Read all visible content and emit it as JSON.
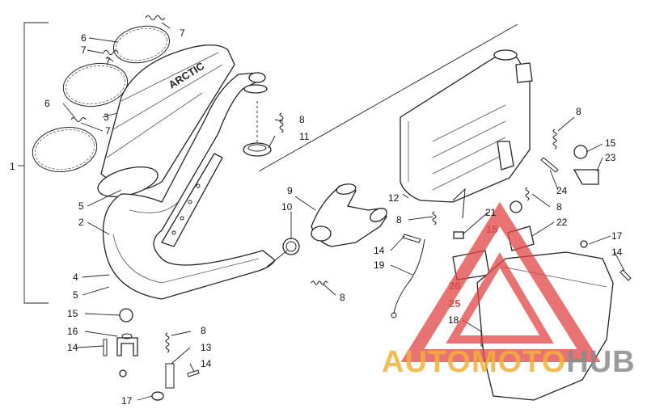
{
  "diagram": {
    "callouts": {
      "c1": "1",
      "c2": "2",
      "c3": "3",
      "c4": "4",
      "c5a": "5",
      "c5b": "5",
      "c6a": "6",
      "c6b": "6",
      "c7a": "7",
      "c7b": "7",
      "c7c": "7",
      "c8a": "8",
      "c8b": "8",
      "c8c": "8",
      "c8d": "8",
      "c8e": "8",
      "c8f": "8",
      "c9": "9",
      "c10": "10",
      "c11": "11",
      "c12": "12",
      "c13": "13",
      "c14a": "14",
      "c14b": "14",
      "c14c": "14",
      "c14d": "14",
      "c15a": "15",
      "c15b": "15",
      "c15c": "15",
      "c16": "16",
      "c17a": "17",
      "c17b": "17",
      "c18": "18",
      "c19": "19",
      "c20": "20",
      "c21": "21",
      "c22": "22",
      "c23": "23",
      "c24": "24",
      "c25": "25"
    },
    "muffler_label": "ARCTIC"
  },
  "watermark": {
    "part1": "AUTO",
    "part2": "MOTO",
    "part3": "HUB",
    "color_orange": "#f2b13a",
    "color_red": "#e04545",
    "color_gray": "#8a8a8a"
  }
}
